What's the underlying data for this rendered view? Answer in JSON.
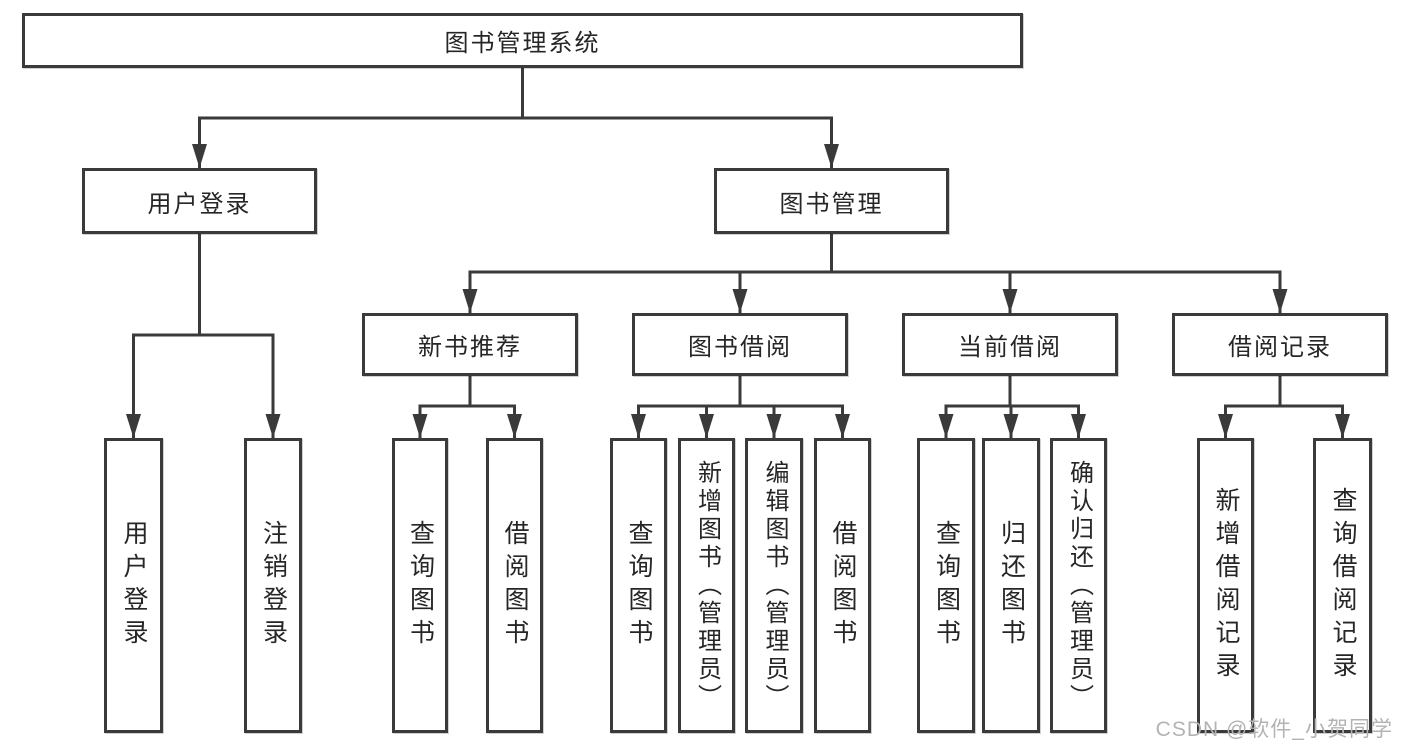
{
  "nodes": {
    "root": {
      "label": "图书管理系统"
    },
    "userLogin": {
      "label": "用户登录"
    },
    "bookMgmt": {
      "label": "图书管理"
    },
    "newBookRec": {
      "label": "新书推荐"
    },
    "bookBorrow": {
      "label": "图书借阅"
    },
    "currentBorrow": {
      "label": "当前借阅"
    },
    "borrowRecord": {
      "label": "借阅记录"
    },
    "leafUserLogin": {
      "label": "用户登录"
    },
    "leafLogout": {
      "label": "注销登录"
    },
    "leafRecQuery": {
      "label": "查询图书"
    },
    "leafRecBorrow": {
      "label": "借阅图书"
    },
    "leafBorQuery": {
      "label": "查询图书"
    },
    "leafBorAdd": {
      "label": "新增图书（管理员）"
    },
    "leafBorEdit": {
      "label": "编辑图书（管理员）"
    },
    "leafBorBorrow": {
      "label": "借阅图书"
    },
    "leafCurQuery": {
      "label": "查询图书"
    },
    "leafCurReturn": {
      "label": "归还图书"
    },
    "leafCurConfirm": {
      "label": "确认归还（管理员）"
    },
    "leafRecordAdd": {
      "label": "新增借阅记录"
    },
    "leafRecordQuery": {
      "label": "查询借阅记录"
    }
  },
  "watermark": {
    "text": "CSDN @软件_小贺同学"
  },
  "colors": {
    "line": "#3a3a3a",
    "text": "#262626",
    "node_background": "#ffffff",
    "watermark": "#b3b3b3",
    "page_background": "#ffffff"
  }
}
